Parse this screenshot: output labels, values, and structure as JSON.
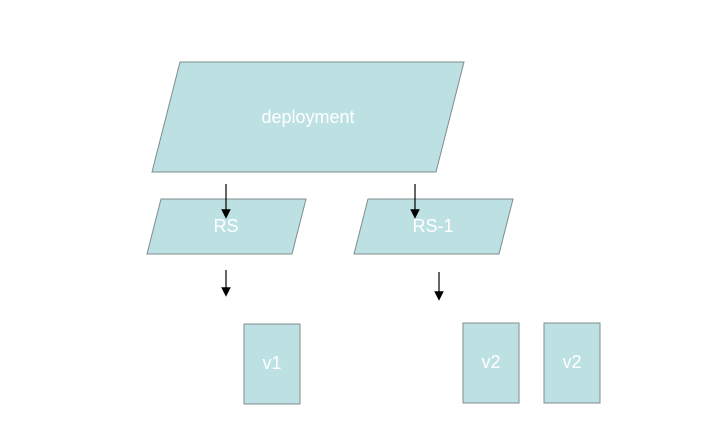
{
  "diagram": {
    "deployment_label": "deployment",
    "rs_label": "RS",
    "rs1_label": "RS-1",
    "pod_v1_label": "v1",
    "pod_v2a_label": "v2",
    "pod_v2b_label": "v2",
    "colors": {
      "shape_fill": "#bde1e3",
      "shape_stroke": "#7f8c8d",
      "text": "#ffffff",
      "arrow": "#000000"
    }
  }
}
